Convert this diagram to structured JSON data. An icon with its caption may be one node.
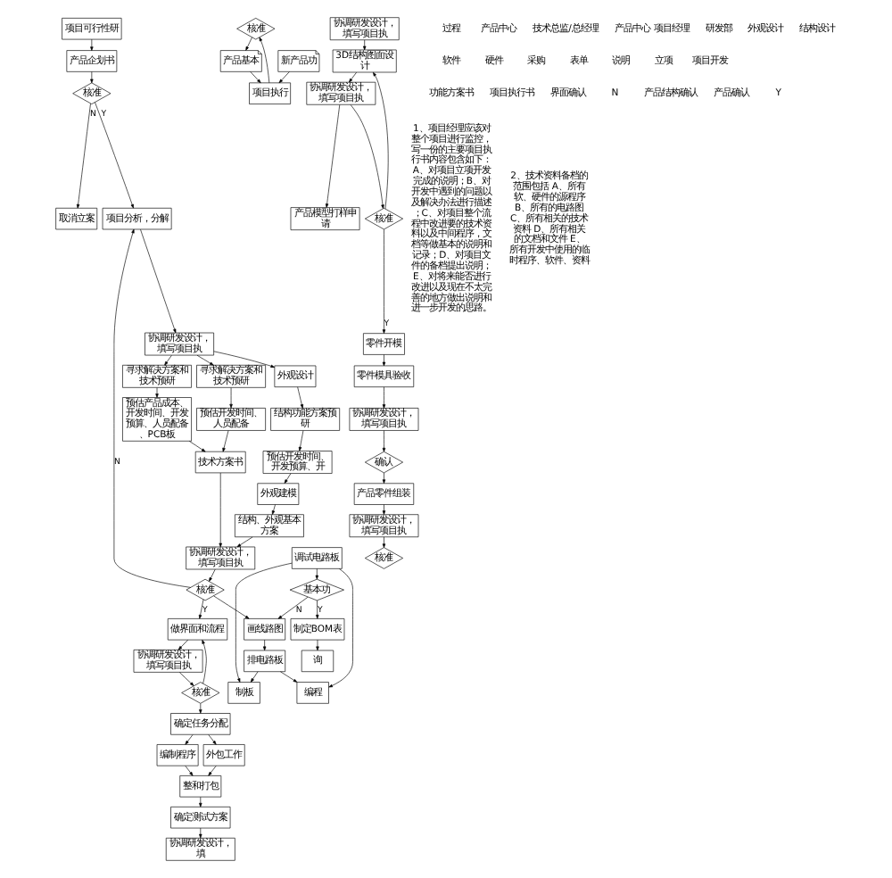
{
  "diagram": {
    "nodes": [
      {
        "text": [
          "项目可行性研"
        ]
      },
      {
        "text": [
          "产品企划书"
        ]
      },
      {
        "text": [
          "核准"
        ]
      },
      {
        "text": [
          "取消立案"
        ]
      },
      {
        "text": [
          "项目分析，分解"
        ]
      },
      {
        "text": [
          "核准"
        ]
      },
      {
        "text": [
          "项目执行"
        ]
      },
      {
        "text": [
          "产品基本"
        ]
      },
      {
        "text": [
          "新产品功"
        ]
      },
      {
        "text": [
          "协调研发设计，填写项目执"
        ]
      },
      {
        "text": [
          "外观设计"
        ]
      },
      {
        "text": [
          "结构功能方案预研"
        ]
      },
      {
        "text": [
          "预估开发时间、开发预算、开"
        ]
      },
      {
        "text": [
          "外观建模"
        ]
      },
      {
        "text": [
          "结构、外观基本方案"
        ]
      },
      {
        "text": [
          "寻求解决方案和技术预研"
        ]
      },
      {
        "text": [
          "预估开发时间、人员配备"
        ]
      },
      {
        "text": [
          "寻求解决方案和技术预研"
        ]
      },
      {
        "text": [
          "预估产品成本、开发时间、开发预算、人员配备、PCB板"
        ]
      },
      {
        "text": [
          "技术方案书"
        ]
      },
      {
        "text": [
          "协调研发设计，填写项目执"
        ]
      },
      {
        "text": [
          "核准"
        ]
      },
      {
        "text": [
          "协调研发设计，填写项目执"
        ]
      },
      {
        "text": [
          "核准"
        ]
      },
      {
        "text": [
          "做界面和流程"
        ]
      },
      {
        "text": [
          "画线路图"
        ]
      },
      {
        "text": [
          "排电路板"
        ]
      },
      {
        "text": [
          "确定任务分配"
        ]
      },
      {
        "text": [
          "编制程序"
        ]
      },
      {
        "text": [
          "外包工作"
        ]
      },
      {
        "text": [
          "整和打包"
        ]
      },
      {
        "text": [
          "确定测试方案"
        ]
      },
      {
        "text": [
          "编程"
        ]
      },
      {
        "text": [
          "制板"
        ]
      },
      {
        "text": [
          "调试电路板"
        ]
      },
      {
        "text": [
          "基本功"
        ]
      },
      {
        "text": [
          "制定BOM表"
        ]
      },
      {
        "text": [
          "询"
        ]
      },
      {
        "text": [
          "协调研发设计，填写项目执"
        ]
      },
      {
        "text": [
          "3D结构图面设计"
        ]
      },
      {
        "text": [
          "核准"
        ]
      },
      {
        "text": [
          "协调研发设计，填写项目执"
        ]
      },
      {
        "text": [
          "产品模型打样申请"
        ]
      },
      {
        "text": [
          "零件开模"
        ]
      },
      {
        "text": [
          "零件模具验收"
        ]
      },
      {
        "text": [
          "协调研发设计，填写项目执"
        ]
      },
      {
        "text": [
          "确认"
        ]
      },
      {
        "text": [
          "核准"
        ]
      },
      {
        "text": [
          "协调研发设计，填写项目执"
        ]
      },
      {
        "text": [
          "产品零件组装"
        ]
      },
      {
        "text": [
          "协调研发设计，填"
        ]
      }
    ],
    "edges": [
      {
        "from": 0,
        "to": 1,
        "arrow": "to"
      },
      {
        "from": 1,
        "to": 2,
        "arrow": "to"
      },
      {
        "from": 2,
        "to": 3,
        "arrow": "to",
        "label": "N"
      },
      {
        "from": 2,
        "to": 4,
        "arrow": "to",
        "label": "Y"
      },
      {
        "from": 4,
        "to": 9,
        "arrow": "to"
      },
      {
        "from": 6,
        "to": 5,
        "arrow": "to"
      },
      {
        "from": 5,
        "to": 7,
        "arrow": "to"
      },
      {
        "from": 7,
        "to": 6,
        "arrow": "to"
      },
      {
        "from": 8,
        "to": 6,
        "arrow": "to"
      },
      {
        "from": 9,
        "to": 10,
        "arrow": "to"
      },
      {
        "from": 9,
        "to": 15,
        "arrow": "to"
      },
      {
        "from": 9,
        "to": 17,
        "arrow": "to"
      },
      {
        "from": 10,
        "to": 11,
        "arrow": "to"
      },
      {
        "from": 11,
        "to": 12,
        "arrow": "to"
      },
      {
        "from": 12,
        "to": 13,
        "arrow": "to"
      },
      {
        "from": 13,
        "to": 14,
        "arrow": "to"
      },
      {
        "from": 15,
        "to": 16,
        "arrow": "to"
      },
      {
        "from": 17,
        "to": 18,
        "arrow": "to"
      },
      {
        "from": 16,
        "to": 19,
        "arrow": "to"
      },
      {
        "from": 18,
        "to": 19,
        "arrow": "to"
      },
      {
        "from": 14,
        "to": 20,
        "arrow": "to"
      },
      {
        "from": 19,
        "to": 20,
        "arrow": "to"
      },
      {
        "from": 20,
        "to": 21,
        "arrow": "to"
      },
      {
        "from": 21,
        "to": 4,
        "arrow": "to",
        "label": "N"
      },
      {
        "from": 21,
        "to": 24,
        "arrow": "to",
        "label": "Y"
      },
      {
        "from": 21,
        "to": 25,
        "arrow": "to"
      },
      {
        "from": 24,
        "to": 22,
        "arrow": "to"
      },
      {
        "from": 22,
        "to": 23,
        "arrow": "to"
      },
      {
        "from": 23,
        "to": 24,
        "arrow": "to"
      },
      {
        "from": 23,
        "to": 27,
        "arrow": "to"
      },
      {
        "from": 25,
        "to": 26,
        "arrow": "to"
      },
      {
        "from": 26,
        "to": 32,
        "arrow": "to"
      },
      {
        "from": 26,
        "to": 33,
        "arrow": "to"
      },
      {
        "from": 27,
        "to": 28,
        "arrow": "to"
      },
      {
        "from": 27,
        "to": 29,
        "arrow": "to"
      },
      {
        "from": 28,
        "to": 30,
        "arrow": "to"
      },
      {
        "from": 29,
        "to": 30,
        "arrow": "to"
      },
      {
        "from": 30,
        "to": 31,
        "arrow": "to"
      },
      {
        "from": 34,
        "to": 32,
        "arrow": "to"
      },
      {
        "from": 34,
        "to": 33,
        "arrow": "to"
      },
      {
        "from": 34,
        "to": 35,
        "arrow": "to"
      },
      {
        "from": 35,
        "to": 25,
        "arrow": "to",
        "label": "N"
      },
      {
        "from": 35,
        "to": 36,
        "arrow": "to",
        "label": "Y"
      },
      {
        "from": 36,
        "to": 37,
        "arrow": "to"
      },
      {
        "from": 38,
        "to": 39,
        "arrow": "to"
      },
      {
        "from": 39,
        "to": 41,
        "arrow": "to"
      },
      {
        "from": 41,
        "to": 40,
        "arrow": "to"
      },
      {
        "from": 40,
        "to": 39,
        "arrow": "to"
      },
      {
        "from": 40,
        "to": 43,
        "arrow": "to",
        "label": "Y"
      },
      {
        "from": 41,
        "to": 42,
        "arrow": "to"
      },
      {
        "from": 43,
        "to": 44,
        "arrow": "to"
      },
      {
        "from": 44,
        "to": 45,
        "arrow": "to"
      },
      {
        "from": 45,
        "to": 46,
        "arrow": "to"
      },
      {
        "from": 46,
        "to": 49,
        "arrow": "to"
      },
      {
        "from": 49,
        "to": 48,
        "arrow": "to"
      },
      {
        "from": 48,
        "to": 47,
        "arrow": "to"
      },
      {
        "from": 31,
        "to": 50,
        "arrow": "to"
      }
    ],
    "labels": [
      "过程",
      "产品中心",
      "技术总监/总经理",
      "产品中心 项目经理",
      "研发部",
      "外观设计",
      "结构设计",
      "软件",
      "硬件",
      "采购",
      "表单",
      "说明",
      "立项",
      "项目开发",
      "功能方案书",
      "项目执行书",
      "界面确认",
      "N",
      "产品结构确认",
      "产品确认",
      "Y",
      "1、项目经理应该对整个项目进行监控，写一份的主要项目执行书内容包含如下：A、对项目立项开发完成的说明；B、对开发中遇到的问题以及解决办法进行描述；C、对项目整个流程中改进要的技术资料以及中间程序，文档等做基本的说明和记录；D、对项目文件的备档提出说明；E、对将来能否进行改进以及现在不太完善的地方做出说明和进一步开发的思路。",
      "2、技术资料备档的范围包括 A、所有软、硬件的源程序 B、所有的电路图 C、所有相关的技术资料 D、所有相关的文档和文件 E、所有开发中使用的临时程序、软件、资料"
    ]
  }
}
